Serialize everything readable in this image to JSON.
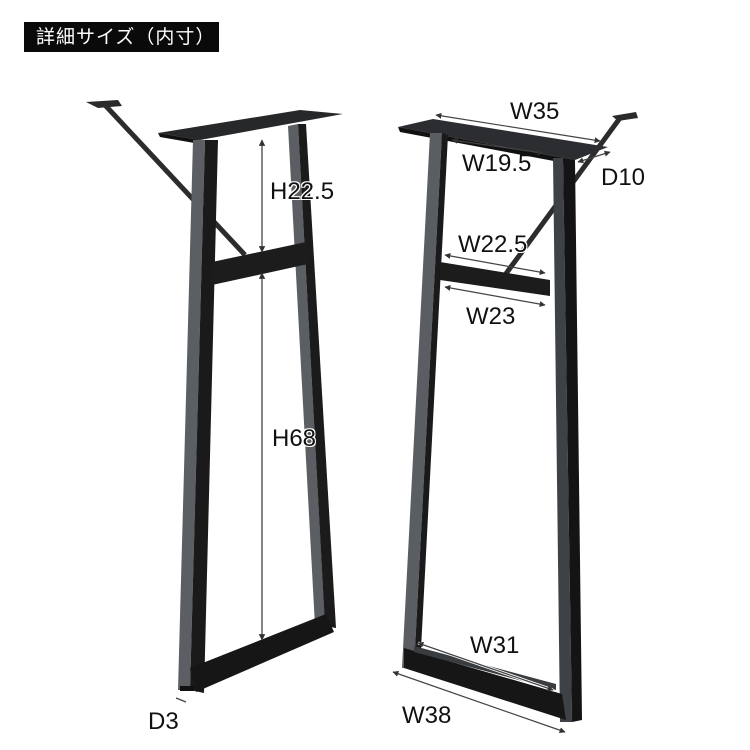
{
  "title": "詳細サイズ（内寸）",
  "colors": {
    "background": "#ffffff",
    "steel_dark": "#1a1a1a",
    "steel_mid": "#3a3d40",
    "steel_light": "#5a5e62",
    "dimension_line": "#444444",
    "title_bg": "#0a0a0a",
    "title_text": "#ffffff"
  },
  "left_leg": {
    "view": "side",
    "dimensions": {
      "upper_height": "H22.5",
      "lower_height": "H68",
      "depth": "D3"
    }
  },
  "right_leg": {
    "view": "front",
    "dimensions": {
      "top_plate_width": "W35",
      "top_inner_width": "W19.5",
      "plate_depth": "D10",
      "crossbar_top_width": "W22.5",
      "crossbar_bottom_width": "W23",
      "bottom_inner_width": "W31",
      "bottom_outer_width": "W38"
    }
  }
}
